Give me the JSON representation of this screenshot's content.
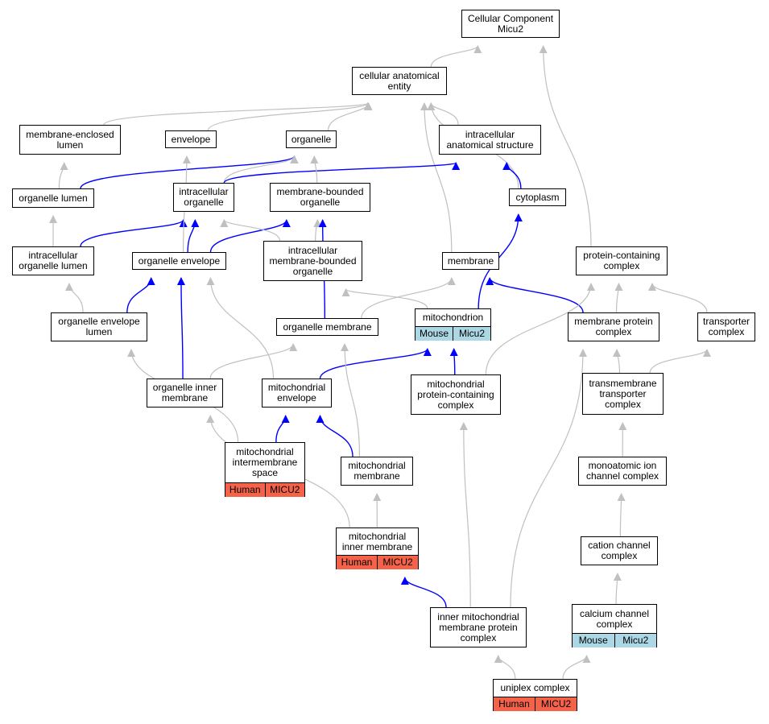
{
  "colors": {
    "edge_gray": "#c0c0c0",
    "edge_blue": "#0000ff",
    "human_fill": "#f5624a",
    "mouse_fill": "#acd8e6"
  },
  "nodes": {
    "cellular_component": {
      "label": "Cellular Component\nMicu2"
    },
    "cellular_anatomical_entity": {
      "label": "cellular anatomical\nentity"
    },
    "membrane_enclosed_lumen": {
      "label": "membrane-enclosed\nlumen"
    },
    "envelope": {
      "label": "envelope"
    },
    "organelle": {
      "label": "organelle"
    },
    "intracellular_anatomical_structure": {
      "label": "intracellular\nanatomical structure"
    },
    "organelle_lumen": {
      "label": "organelle lumen"
    },
    "intracellular_organelle": {
      "label": "intracellular\norganelle"
    },
    "membrane_bounded_organelle": {
      "label": "membrane-bounded\norganelle"
    },
    "cytoplasm": {
      "label": "cytoplasm"
    },
    "intracellular_organelle_lumen": {
      "label": "intracellular\norganelle lumen"
    },
    "organelle_envelope": {
      "label": "organelle envelope"
    },
    "intracellular_membrane_bounded_organelle": {
      "label": "intracellular\nmembrane-bounded\norganelle"
    },
    "membrane": {
      "label": "membrane"
    },
    "protein_containing_complex": {
      "label": "protein-containing\ncomplex"
    },
    "organelle_envelope_lumen": {
      "label": "organelle envelope\nlumen"
    },
    "organelle_membrane": {
      "label": "organelle membrane"
    },
    "mitochondrion": {
      "label": "mitochondrion",
      "species": "Mouse",
      "gene": "Micu2"
    },
    "membrane_protein_complex": {
      "label": "membrane protein\ncomplex"
    },
    "transporter_complex": {
      "label": "transporter\ncomplex"
    },
    "organelle_inner_membrane": {
      "label": "organelle inner\nmembrane"
    },
    "mitochondrial_envelope": {
      "label": "mitochondrial\nenvelope"
    },
    "mitochondrial_protein_containing_complex": {
      "label": "mitochondrial\nprotein-containing\ncomplex"
    },
    "transmembrane_transporter_complex": {
      "label": "transmembrane\ntransporter\ncomplex"
    },
    "mitochondrial_intermembrane_space": {
      "label": "mitochondrial\nintermembrane\nspace",
      "species": "Human",
      "gene": "MICU2"
    },
    "mitochondrial_membrane": {
      "label": "mitochondrial\nmembrane"
    },
    "monoatomic_ion_channel_complex": {
      "label": "monoatomic ion\nchannel complex"
    },
    "mitochondrial_inner_membrane": {
      "label": "mitochondrial\ninner membrane",
      "species": "Human",
      "gene": "MICU2"
    },
    "cation_channel_complex": {
      "label": "cation channel\ncomplex"
    },
    "inner_mitochondrial_membrane_protein_complex": {
      "label": "inner mitochondrial\nmembrane protein\ncomplex"
    },
    "calcium_channel_complex": {
      "label": "calcium channel\ncomplex",
      "species": "Mouse",
      "gene": "Micu2"
    },
    "uniplex_complex": {
      "label": "uniplex complex",
      "species": "Human",
      "gene": "MICU2"
    }
  },
  "edges": [
    {
      "from": "cellular_anatomical_entity",
      "to": "cellular_component",
      "color": "gray"
    },
    {
      "from": "protein_containing_complex",
      "to": "cellular_component",
      "color": "gray"
    },
    {
      "from": "membrane_enclosed_lumen",
      "to": "cellular_anatomical_entity",
      "color": "gray"
    },
    {
      "from": "envelope",
      "to": "cellular_anatomical_entity",
      "color": "gray"
    },
    {
      "from": "organelle",
      "to": "cellular_anatomical_entity",
      "color": "gray"
    },
    {
      "from": "intracellular_anatomical_structure",
      "to": "cellular_anatomical_entity",
      "color": "gray"
    },
    {
      "from": "membrane",
      "to": "cellular_anatomical_entity",
      "color": "gray"
    },
    {
      "from": "cytoplasm",
      "to": "cellular_anatomical_entity",
      "color": "gray"
    },
    {
      "from": "organelle_lumen",
      "to": "membrane_enclosed_lumen",
      "color": "gray"
    },
    {
      "from": "organelle_lumen",
      "to": "organelle",
      "color": "blue"
    },
    {
      "from": "intracellular_organelle",
      "to": "organelle",
      "color": "gray"
    },
    {
      "from": "intracellular_organelle",
      "to": "intracellular_anatomical_structure",
      "color": "blue"
    },
    {
      "from": "membrane_bounded_organelle",
      "to": "organelle",
      "color": "gray"
    },
    {
      "from": "cytoplasm",
      "to": "intracellular_anatomical_structure",
      "color": "blue"
    },
    {
      "from": "intracellular_organelle_lumen",
      "to": "organelle_lumen",
      "color": "gray"
    },
    {
      "from": "intracellular_organelle_lumen",
      "to": "intracellular_organelle",
      "color": "blue"
    },
    {
      "from": "organelle_envelope",
      "to": "envelope",
      "color": "gray"
    },
    {
      "from": "organelle_envelope",
      "to": "intracellular_organelle",
      "color": "blue"
    },
    {
      "from": "organelle_envelope",
      "to": "membrane_bounded_organelle",
      "color": "blue"
    },
    {
      "from": "intracellular_membrane_bounded_organelle",
      "to": "intracellular_organelle",
      "color": "gray"
    },
    {
      "from": "intracellular_membrane_bounded_organelle",
      "to": "membrane_bounded_organelle",
      "color": "gray"
    },
    {
      "from": "organelle_envelope_lumen",
      "to": "intracellular_organelle_lumen",
      "color": "gray"
    },
    {
      "from": "organelle_envelope_lumen",
      "to": "organelle_envelope",
      "color": "blue"
    },
    {
      "from": "organelle_membrane",
      "to": "membrane",
      "color": "gray"
    },
    {
      "from": "organelle_membrane",
      "to": "membrane_bounded_organelle",
      "color": "blue"
    },
    {
      "from": "mitochondrion",
      "to": "intracellular_membrane_bounded_organelle",
      "color": "gray"
    },
    {
      "from": "mitochondrion",
      "to": "cytoplasm",
      "color": "blue"
    },
    {
      "from": "membrane_protein_complex",
      "to": "membrane",
      "color": "blue"
    },
    {
      "from": "membrane_protein_complex",
      "to": "protein_containing_complex",
      "color": "gray"
    },
    {
      "from": "transporter_complex",
      "to": "protein_containing_complex",
      "color": "gray"
    },
    {
      "from": "organelle_inner_membrane",
      "to": "organelle_envelope",
      "color": "blue"
    },
    {
      "from": "organelle_inner_membrane",
      "to": "organelle_membrane",
      "color": "gray"
    },
    {
      "from": "mitochondrial_envelope",
      "to": "organelle_envelope",
      "color": "gray"
    },
    {
      "from": "mitochondrial_envelope",
      "to": "mitochondrion",
      "color": "blue"
    },
    {
      "from": "mitochondrial_protein_containing_complex",
      "to": "mitochondrion",
      "color": "blue"
    },
    {
      "from": "mitochondrial_protein_containing_complex",
      "to": "protein_containing_complex",
      "color": "gray"
    },
    {
      "from": "transmembrane_transporter_complex",
      "to": "membrane_protein_complex",
      "color": "gray"
    },
    {
      "from": "transmembrane_transporter_complex",
      "to": "transporter_complex",
      "color": "gray"
    },
    {
      "from": "mitochondrial_intermembrane_space",
      "to": "organelle_envelope_lumen",
      "color": "gray"
    },
    {
      "from": "mitochondrial_intermembrane_space",
      "to": "mitochondrial_envelope",
      "color": "blue"
    },
    {
      "from": "mitochondrial_membrane",
      "to": "organelle_membrane",
      "color": "gray"
    },
    {
      "from": "mitochondrial_membrane",
      "to": "mitochondrial_envelope",
      "color": "blue"
    },
    {
      "from": "monoatomic_ion_channel_complex",
      "to": "transmembrane_transporter_complex",
      "color": "gray"
    },
    {
      "from": "mitochondrial_inner_membrane",
      "to": "organelle_inner_membrane",
      "color": "gray"
    },
    {
      "from": "mitochondrial_inner_membrane",
      "to": "mitochondrial_membrane",
      "color": "gray"
    },
    {
      "from": "cation_channel_complex",
      "to": "monoatomic_ion_channel_complex",
      "color": "gray"
    },
    {
      "from": "calcium_channel_complex",
      "to": "cation_channel_complex",
      "color": "gray"
    },
    {
      "from": "inner_mitochondrial_membrane_protein_complex",
      "to": "mitochondrial_inner_membrane",
      "color": "blue"
    },
    {
      "from": "inner_mitochondrial_membrane_protein_complex",
      "to": "mitochondrial_protein_containing_complex",
      "color": "gray"
    },
    {
      "from": "inner_mitochondrial_membrane_protein_complex",
      "to": "membrane_protein_complex",
      "color": "gray"
    },
    {
      "from": "uniplex_complex",
      "to": "inner_mitochondrial_membrane_protein_complex",
      "color": "gray"
    },
    {
      "from": "uniplex_complex",
      "to": "calcium_channel_complex",
      "color": "gray"
    }
  ]
}
